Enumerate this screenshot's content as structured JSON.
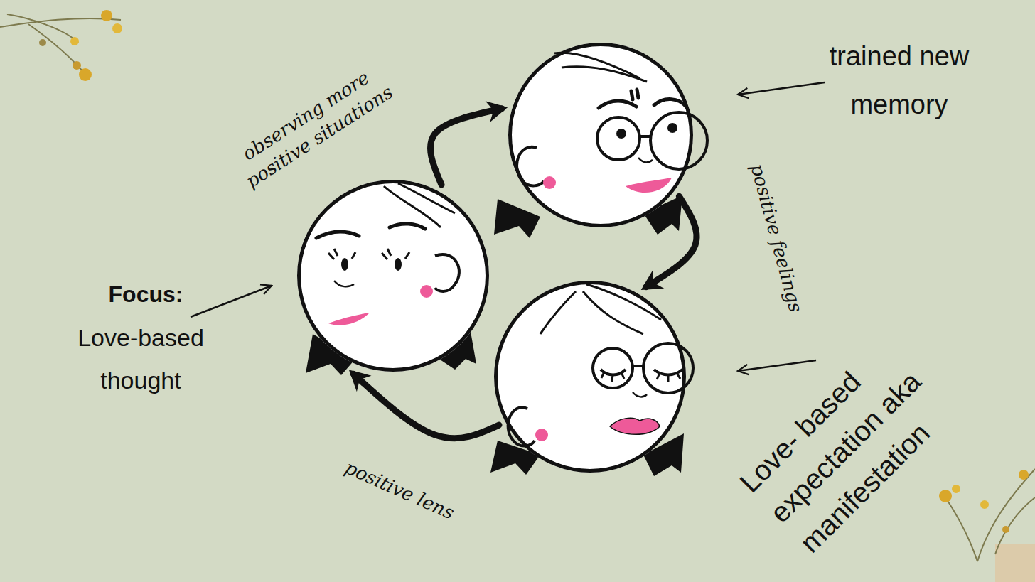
{
  "diagram": {
    "nodes": [
      {
        "text": [
          "Focus:",
          "Love-based thought"
        ]
      },
      {
        "text": [
          "trained new memory"
        ]
      },
      {
        "text": [
          "Love- based expectation aka manifestation"
        ]
      }
    ],
    "edges": [
      {
        "from": 0,
        "to": 1,
        "arrow": "to",
        "label": "observing more positive situations"
      },
      {
        "from": 1,
        "to": 2,
        "arrow": "to",
        "label": "positive feelings"
      },
      {
        "from": 2,
        "to": 0,
        "arrow": "to",
        "label": "positive lens"
      }
    ]
  }
}
